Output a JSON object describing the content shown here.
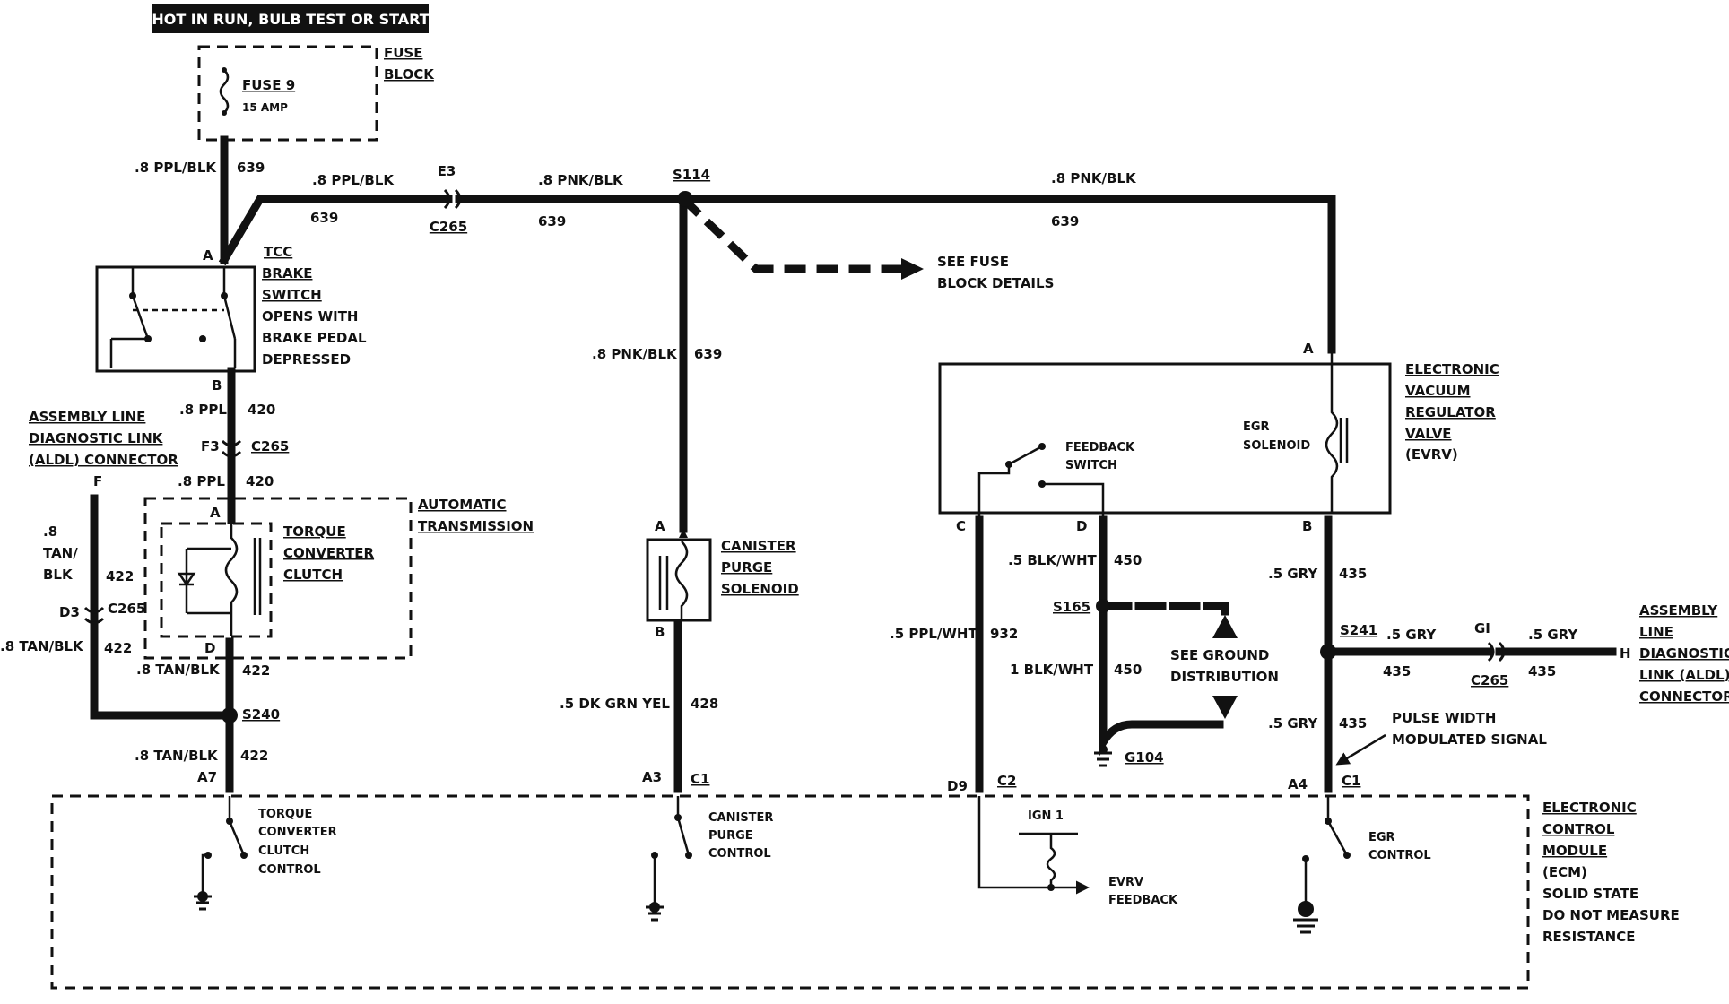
{
  "header": {
    "title": "HOT IN RUN, BULB TEST OR START"
  },
  "fuse_block": {
    "name_lines": [
      "FUSE",
      "BLOCK"
    ],
    "fuse_name": "FUSE 9",
    "fuse_rating": "15 AMP"
  },
  "wires": {
    "w639_top": {
      "gauge": ".8 PPL/BLK",
      "circuit": "639"
    },
    "w639_h1": {
      "gauge": ".8 PPL/BLK",
      "circuit": "639"
    },
    "w639_h2": {
      "gauge": ".8 PNK/BLK",
      "circuit": "639"
    },
    "w639_h3": {
      "gauge": ".8 PNK/BLK",
      "circuit": "639"
    },
    "w639_v": {
      "gauge": ".8 PNK/BLK",
      "circuit": "639"
    },
    "w420_a": {
      "gauge": ".8 PPL",
      "circuit": "420"
    },
    "w420_b": {
      "gauge": ".8 PPL",
      "circuit": "420"
    },
    "w422_aldl": {
      "gauge_lines": [
        ".8",
        "TAN/",
        "BLK"
      ],
      "circuit": "422"
    },
    "w422_lower_left": {
      "gauge": ".8 TAN/BLK",
      "circuit": "422"
    },
    "w422_mid": {
      "gauge": ".8 TAN/BLK",
      "circuit": "422"
    },
    "w422_bottom": {
      "gauge": ".8 TAN/BLK",
      "circuit": "422"
    },
    "w428": {
      "gauge": ".5 DK GRN YEL",
      "circuit": "428"
    },
    "w932": {
      "gauge": ".5 PPL/WHT",
      "circuit": "932"
    },
    "w450_a": {
      "gauge": ".5 BLK/WHT",
      "circuit": "450"
    },
    "w450_b": {
      "gauge": "1 BLK/WHT",
      "circuit": "450"
    },
    "w435_a": {
      "gauge": ".5 GRY",
      "circuit": "435"
    },
    "w435_b": {
      "gauge": ".5 GRY",
      "circuit": "435"
    },
    "w435_c": {
      "gauge": ".5 GRY",
      "circuit": "435"
    },
    "w435_d": {
      "gauge": ".5 GRY",
      "circuit": "435"
    }
  },
  "connectors": {
    "e3": "E3",
    "c265_a": "C265",
    "c265_b": "C265",
    "c265_c": "C265",
    "c265_d": "C265",
    "f3": "F3",
    "d3": "D3",
    "gi": "GI",
    "c1_a": "C1",
    "c1_b": "C1",
    "c2": "C2",
    "pin_a_tcc": "A",
    "pin_b_tcc": "B",
    "pin_a_tcc_clutch": "A",
    "pin_d_tcc_clutch": "D",
    "pin_f_aldl": "F",
    "pin_a7": "A7",
    "pin_a3": "A3",
    "pin_d9": "D9",
    "pin_a4": "A4",
    "pin_a_canister": "A",
    "pin_b_canister": "B",
    "pin_a_evrv": "A",
    "pin_b_evrv": "B",
    "pin_c_evrv": "C",
    "pin_d_evrv": "D",
    "pin_h": "H"
  },
  "splices": {
    "s114": "S114",
    "s240": "S240",
    "s165": "S165",
    "s241": "S241"
  },
  "grounds": {
    "g104": "G104"
  },
  "tcc_brake_switch": {
    "lines": [
      "TCC",
      "BRAKE",
      "SWITCH",
      "OPENS WITH",
      "BRAKE PEDAL",
      "DEPRESSED"
    ]
  },
  "aldl_left": {
    "lines": [
      "ASSEMBLY LINE",
      "DIAGNOSTIC LINK",
      "(ALDL) CONNECTOR"
    ]
  },
  "automatic_transmission": {
    "lines": [
      "AUTOMATIC",
      "TRANSMISSION"
    ]
  },
  "torque_converter_clutch": {
    "lines": [
      "TORQUE",
      "CONVERTER",
      "CLUTCH"
    ]
  },
  "see_fuse": {
    "lines": [
      "SEE FUSE",
      "BLOCK DETAILS"
    ]
  },
  "canister_purge_solenoid": {
    "lines": [
      "CANISTER",
      "PURGE",
      "SOLENOID"
    ]
  },
  "evrv": {
    "lines": [
      "ELECTRONIC",
      "VACUUM",
      "REGULATOR",
      "VALVE",
      "(EVRV)"
    ]
  },
  "feedback_switch": {
    "lines": [
      "FEEDBACK",
      "SWITCH"
    ]
  },
  "egr_solenoid": {
    "lines": [
      "EGR",
      "SOLENOID"
    ]
  },
  "see_ground": {
    "lines": [
      "SEE GROUND",
      "DISTRIBUTION"
    ]
  },
  "aldl_right": {
    "lines": [
      "ASSEMBLY",
      "LINE",
      "DIAGNOSTIC",
      "LINK (ALDL)",
      "CONNECTOR"
    ]
  },
  "pulse_width": {
    "lines": [
      "PULSE WIDTH",
      "MODULATED SIGNAL"
    ]
  },
  "ecm": {
    "lines": [
      "ELECTRONIC",
      "CONTROL",
      "MODULE",
      "(ECM)",
      "SOLID STATE",
      "DO NOT MEASURE",
      "RESISTANCE"
    ]
  },
  "ecm_tcc": {
    "lines": [
      "TORQUE",
      "CONVERTER",
      "CLUTCH",
      "CONTROL"
    ]
  },
  "ecm_canister": {
    "lines": [
      "CANISTER",
      "PURGE",
      "CONTROL"
    ]
  },
  "ecm_ign": {
    "label": "IGN 1"
  },
  "ecm_evrv_feedback": {
    "lines": [
      "EVRV",
      "FEEDBACK"
    ]
  },
  "ecm_egr": {
    "lines": [
      "EGR",
      "CONTROL"
    ]
  }
}
